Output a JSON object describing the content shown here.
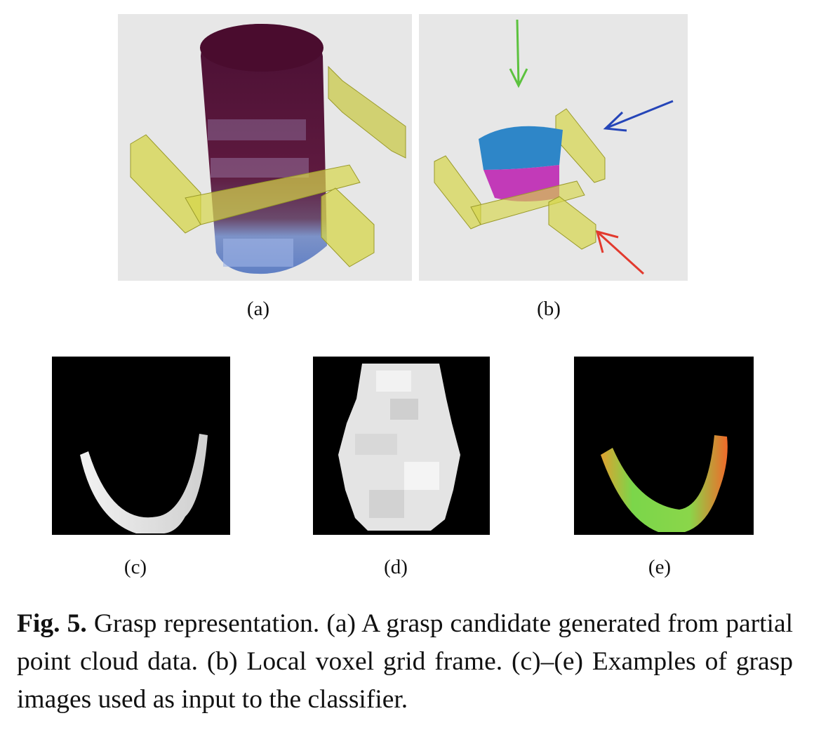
{
  "figure": {
    "panels": [
      {
        "id": "a",
        "label": "(a)",
        "content": "grasp-candidate-point-cloud"
      },
      {
        "id": "b",
        "label": "(b)",
        "content": "local-voxel-grid-frame"
      },
      {
        "id": "c",
        "label": "(c)",
        "content": "grasp-image-1"
      },
      {
        "id": "d",
        "label": "(d)",
        "content": "grasp-image-2"
      },
      {
        "id": "e",
        "label": "(e)",
        "content": "grasp-image-3"
      }
    ],
    "caption": {
      "fig_number": "Fig. 5.",
      "text": "Grasp representation. (a) A grasp candidate generated from partial point cloud data. (b) Local voxel grid frame. (c)–(e) Examples of grasp images used as input to the classifier."
    },
    "colors": {
      "panel_bg": "#e7e7e7",
      "gripper": "#d6d64a",
      "arrow_green": "#5cc23e",
      "arrow_blue": "#2545b8",
      "arrow_red": "#e23a2e",
      "cloud_blue": "#2e86c8",
      "cloud_magenta": "#c23ab8",
      "can_dark": "#5a1236"
    }
  }
}
